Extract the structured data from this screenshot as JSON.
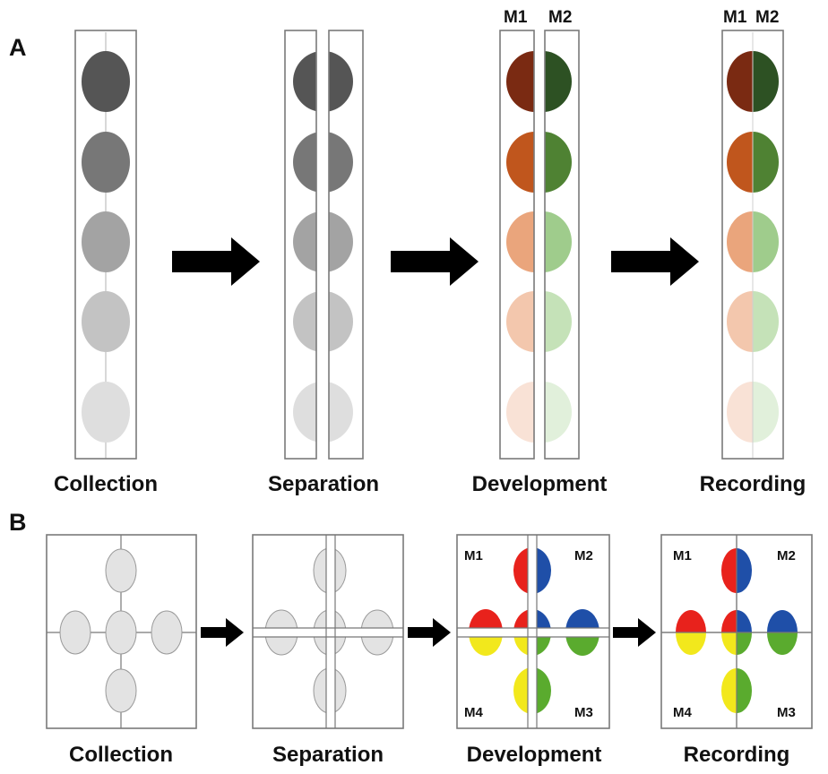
{
  "panels": {
    "a": {
      "letter": "A",
      "steps": [
        "Collection",
        "Separation",
        "Development",
        "Recording"
      ],
      "m_labels": {
        "m1": "M1",
        "m2": "M2"
      },
      "gray_shades": [
        "#555555",
        "#777777",
        "#a3a3a3",
        "#c3c3c3",
        "#dedede"
      ],
      "m1_shades": [
        "#7a2a12",
        "#c0561d",
        "#eaa57c",
        "#f3c7ad",
        "#f9e2d6"
      ],
      "m2_shades": [
        "#2d5123",
        "#4f8233",
        "#9fcc8c",
        "#c5e2b8",
        "#e1f0db"
      ]
    },
    "b": {
      "letter": "B",
      "steps": [
        "Collection",
        "Separation",
        "Development",
        "Recording"
      ],
      "m_labels": {
        "m1": "M1",
        "m2": "M2",
        "m3": "M3",
        "m4": "M4"
      },
      "colors": {
        "blank": "#e3e3e3",
        "m1": "#e8221c",
        "m2": "#1f4fa8",
        "m3": "#5aab2e",
        "m4": "#f2e81c"
      }
    }
  }
}
